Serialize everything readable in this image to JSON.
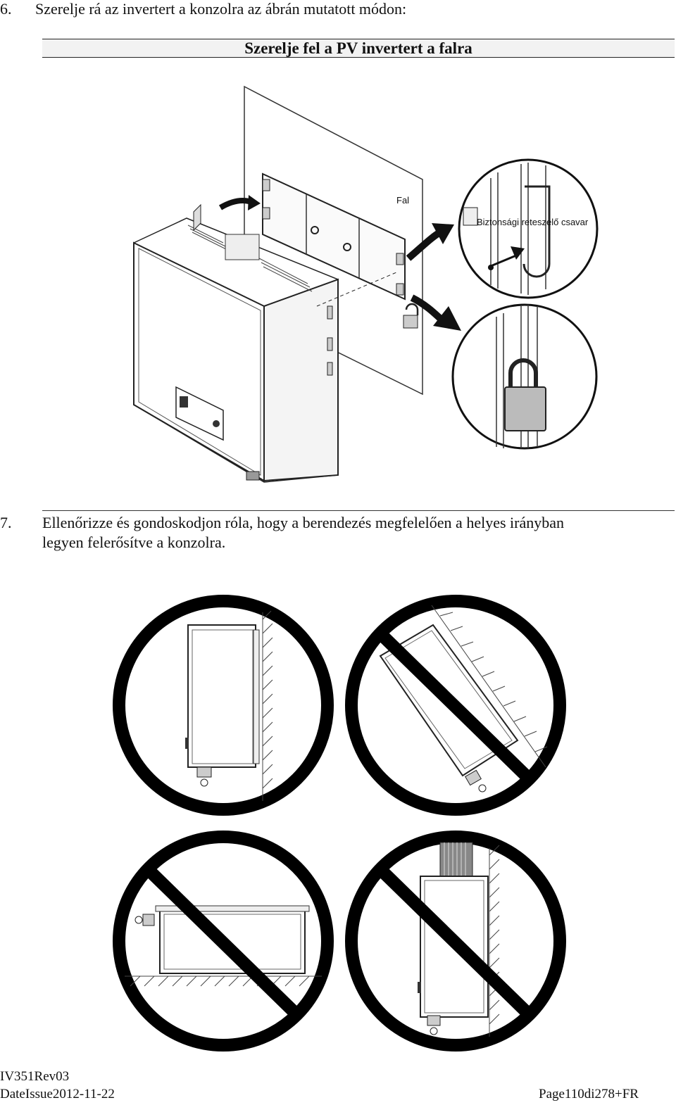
{
  "step6": {
    "number": "6.",
    "text": "Szerelje rá az invertert a konzolra az ábrán mutatott módon:"
  },
  "section": {
    "title": "Szerelje fel a PV invertert a falra"
  },
  "figure1": {
    "wall_label": "Fal",
    "screw_label": "Biztonsági reteszelő csavar"
  },
  "step7": {
    "number": "7.",
    "line1": "Ellenőrizze és gondoskodjon róla, hogy a berendezés megfelelően a helyes irányban",
    "line2": "legyen felerősítve a konzolra."
  },
  "footer": {
    "doc_id": "IV351Rev03",
    "date": "DateIssue2012-11-22",
    "page": "Page110di278+FR"
  },
  "colors": {
    "text": "#111111",
    "line": "#222222",
    "prohibit": "#000000"
  }
}
